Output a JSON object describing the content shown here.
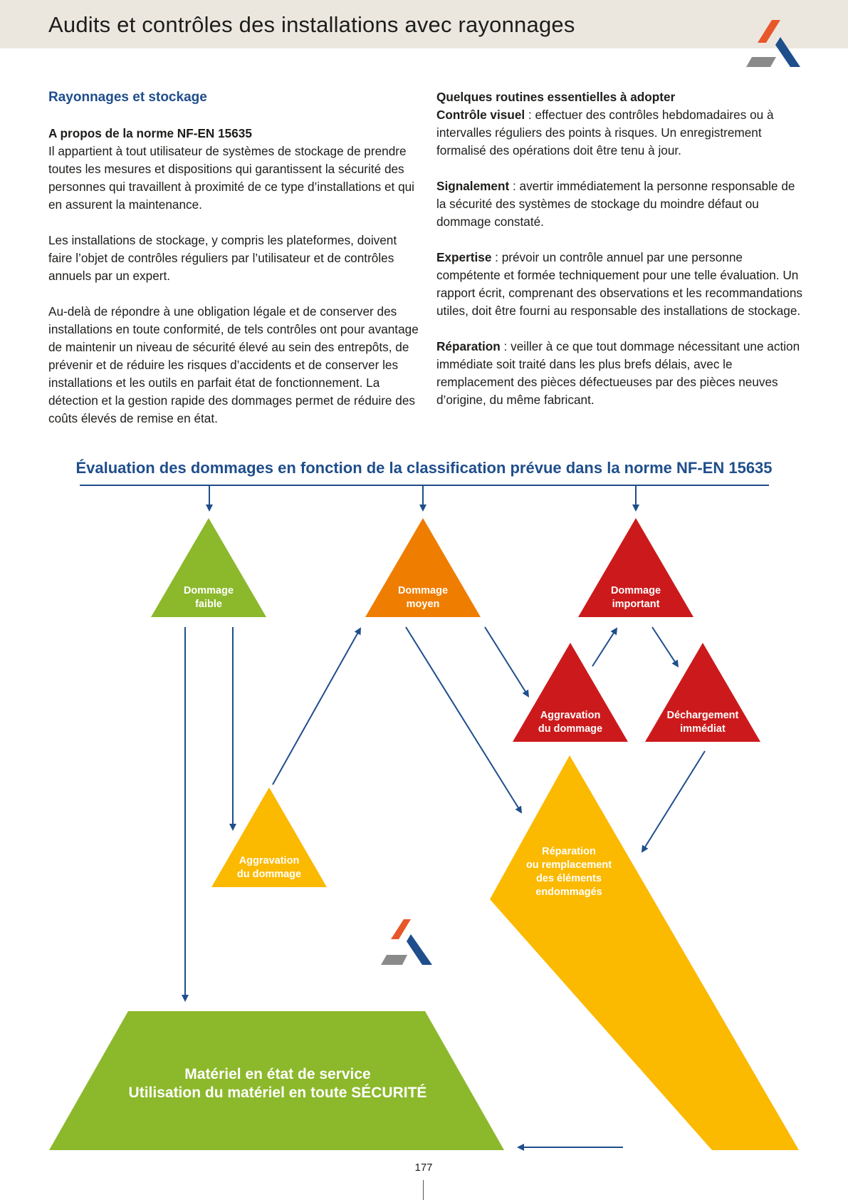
{
  "header": {
    "title": "Audits et contrôles des installations avec rayonnages"
  },
  "left": {
    "section_title": "Rayonnages et stockage",
    "subhead": "A propos de la norme NF-EN 15635",
    "p1": "Il appartient à tout utilisateur de systèmes de stockage de prendre toutes les mesures et dispositions qui garantissent la sécurité des personnes qui travaillent à proximité de ce type d’installations et qui en assurent la maintenance.",
    "p2": "Les installations de stockage, y compris les plateformes, doivent faire l’objet de contrôles réguliers par l’utilisateur et de contrôles annuels par un expert.",
    "p3": "Au-delà de répondre à une obligation légale et de conserver des installations en toute conformité, de tels contrôles ont pour avantage de maintenir un niveau de sécurité élevé au sein des entrepôts, de prévenir et de réduire les risques d’accidents et de conserver les installations et les outils en parfait état de fonctionnement. La détection et la gestion rapide des dommages permet de réduire des coûts élevés de remise en état."
  },
  "right": {
    "subhead": "Quelques routines essentielles à adopter",
    "items": [
      {
        "label": "Contrôle visuel",
        "text": " : effectuer des contrôles hebdomadaires ou à intervalles réguliers des points à risques. Un enregistrement formalisé des opérations doit être tenu à jour."
      },
      {
        "label": "Signalement",
        "text": " : avertir immédiatement la personne responsable de la sécurité des systèmes de stockage du moindre défaut ou dommage constaté."
      },
      {
        "label": "Expertise",
        "text": " : prévoir un contrôle annuel par une personne compétente et formée techniquement pour une telle évaluation. Un rapport écrit, comprenant des observations et les recommandations utiles, doit être fourni au responsable des installations de stockage."
      },
      {
        "label": "Réparation",
        "text": " : veiller à ce que tout dommage nécessitant une action immédiate soit traité dans les plus brefs délais, avec le remplacement des pièces défectueuses par des pièces neuves d’origine, du même fabricant."
      }
    ]
  },
  "diagram": {
    "title": "Évaluation des dommages en fonction de la classification prévue dans la norme NF-EN 15635",
    "faible_1": "Dommage",
    "faible_2": "faible",
    "moyen_1": "Dommage",
    "moyen_2": "moyen",
    "important_1": "Dommage",
    "important_2": "important",
    "aggr_r_1": "Aggravation",
    "aggr_r_2": "du dommage",
    "dech_1": "Déchargement",
    "dech_2": "immédiat",
    "aggr_y_1": "Aggravation",
    "aggr_y_2": "du dommage",
    "rep_1": "Réparation",
    "rep_2": "ou remplacement",
    "rep_3": "des éléments",
    "rep_4": "endommagés",
    "final_1": "Matériel en état de service",
    "final_2": "Utilisation du matériel en toute SÉCURITÉ"
  },
  "colors": {
    "green": "#8cb82b",
    "orange": "#ef7d00",
    "red": "#cc1a1c",
    "yellow": "#fbb900",
    "blue": "#1f4e8c"
  },
  "page_number": "177"
}
